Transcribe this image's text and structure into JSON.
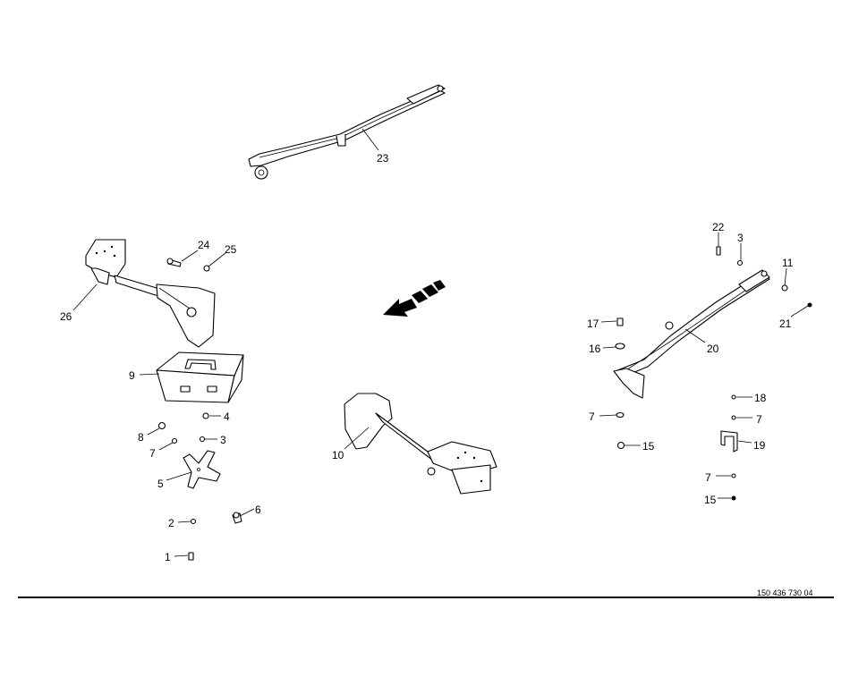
{
  "drawing_number": "150 436 730 04",
  "callouts": {
    "c23": "23",
    "c24": "24",
    "c25": "25",
    "c26": "26",
    "c9": "9",
    "c4": "4",
    "c8": "8",
    "c7a": "7",
    "c3a": "3",
    "c5": "5",
    "c6": "6",
    "c2": "2",
    "c1": "1",
    "c10": "10",
    "c22": "22",
    "c3b": "3",
    "c11": "11",
    "c21": "21",
    "c17": "17",
    "c16": "16",
    "c20": "20",
    "c18": "18",
    "c7b": "7",
    "c7c": "7",
    "c15a": "15",
    "c19": "19",
    "c7d": "7",
    "c15b": "15"
  }
}
